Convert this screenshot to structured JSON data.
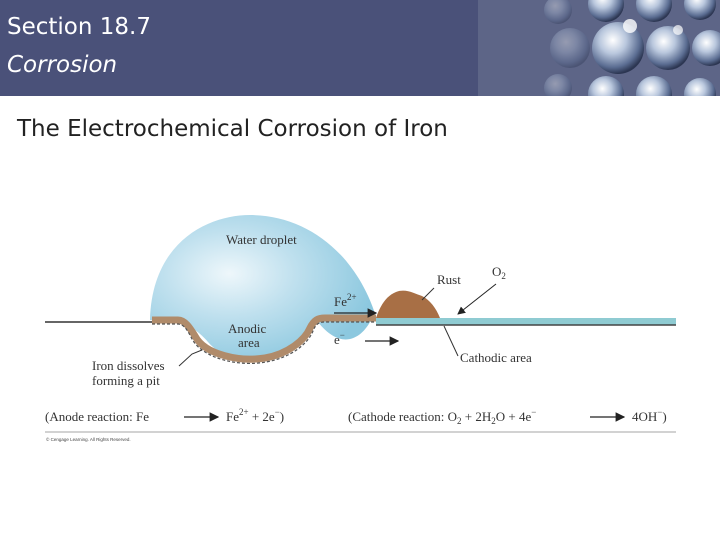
{
  "header": {
    "section": "Section 18.7",
    "subtitle": "Corrosion"
  },
  "slide": {
    "title": "The Electrochemical Corrosion of Iron"
  },
  "diagram": {
    "water_droplet": "Water droplet",
    "rust": "Rust",
    "o2": "O",
    "o2_sub": "2",
    "fe": "Fe",
    "fe_charge": "2+",
    "anodic_line1": "Anodic",
    "anodic_line2": "area",
    "electron": "e",
    "electron_charge": "−",
    "iron_dissolves_line1": "Iron dissolves",
    "iron_dissolves_line2": "forming a pit",
    "cathodic_area": "Cathodic area",
    "anode_reaction": {
      "prefix": "(Anode reaction: Fe",
      "product": "Fe",
      "product_charge": "2+",
      "rest": " + 2e",
      "rest_charge": "−",
      "close": ")"
    },
    "cathode_reaction": {
      "prefix": "(Cathode reaction: O",
      "o_sub": "2",
      "mid1": " + 2H",
      "h_sub": "2",
      "mid2": "O + 4e",
      "e_charge": "−",
      "product": "4OH",
      "product_charge": "−",
      "close": ")"
    },
    "copyright": "© Cengage Learning. All Rights Reserved."
  }
}
